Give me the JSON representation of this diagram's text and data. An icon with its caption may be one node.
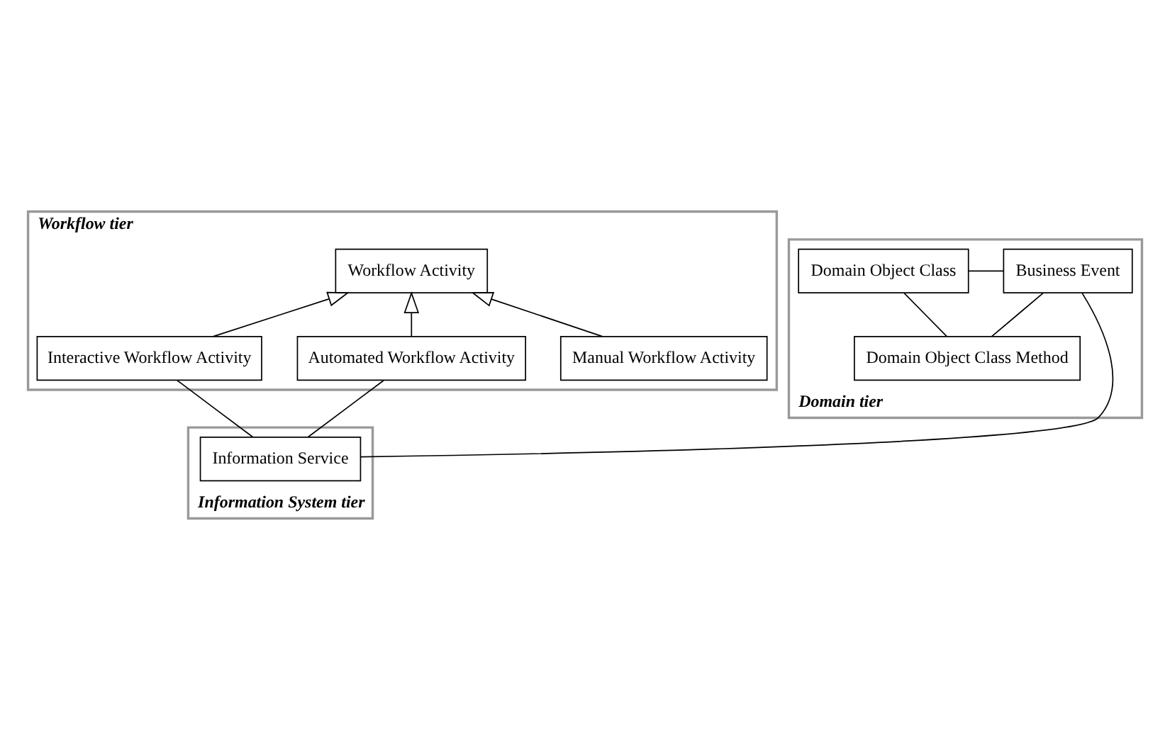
{
  "diagram": {
    "nodes": [
      {
        "text": [
          "Workflow tier"
        ]
      },
      {
        "text": [
          "Workflow Activity"
        ],
        "in": 0
      },
      {
        "text": [
          "Interactive Workflow Activity"
        ],
        "in": 0
      },
      {
        "text": [
          "Automated Workflow Activity"
        ],
        "in": 0
      },
      {
        "text": [
          "Manual Workflow Activity"
        ],
        "in": 0
      },
      {
        "text": [
          "Information System tier"
        ]
      },
      {
        "text": [
          "Information Service"
        ],
        "in": 5
      },
      {
        "text": [
          "Domain tier"
        ]
      },
      {
        "text": [
          "Business Event"
        ],
        "in": 7
      },
      {
        "text": [
          "Domain Object Class"
        ],
        "in": 7
      },
      {
        "text": [
          "Domain Object Class Method"
        ],
        "in": 7
      }
    ],
    "edges": [
      {
        "from": 2,
        "to": 1,
        "arrow": "to"
      },
      {
        "from": 3,
        "to": 1,
        "arrow": "to"
      },
      {
        "from": 4,
        "to": 1,
        "arrow": "to"
      },
      {
        "from": 2,
        "to": 6,
        "arrow": "none"
      },
      {
        "from": 3,
        "to": 6,
        "arrow": "none"
      },
      {
        "from": 6,
        "to": 8,
        "arrow": "none"
      },
      {
        "from": 8,
        "to": 9,
        "arrow": "none"
      },
      {
        "from": 10,
        "to": 8,
        "arrow": "none"
      },
      {
        "from": 10,
        "to": 9,
        "arrow": "none"
      }
    ]
  }
}
